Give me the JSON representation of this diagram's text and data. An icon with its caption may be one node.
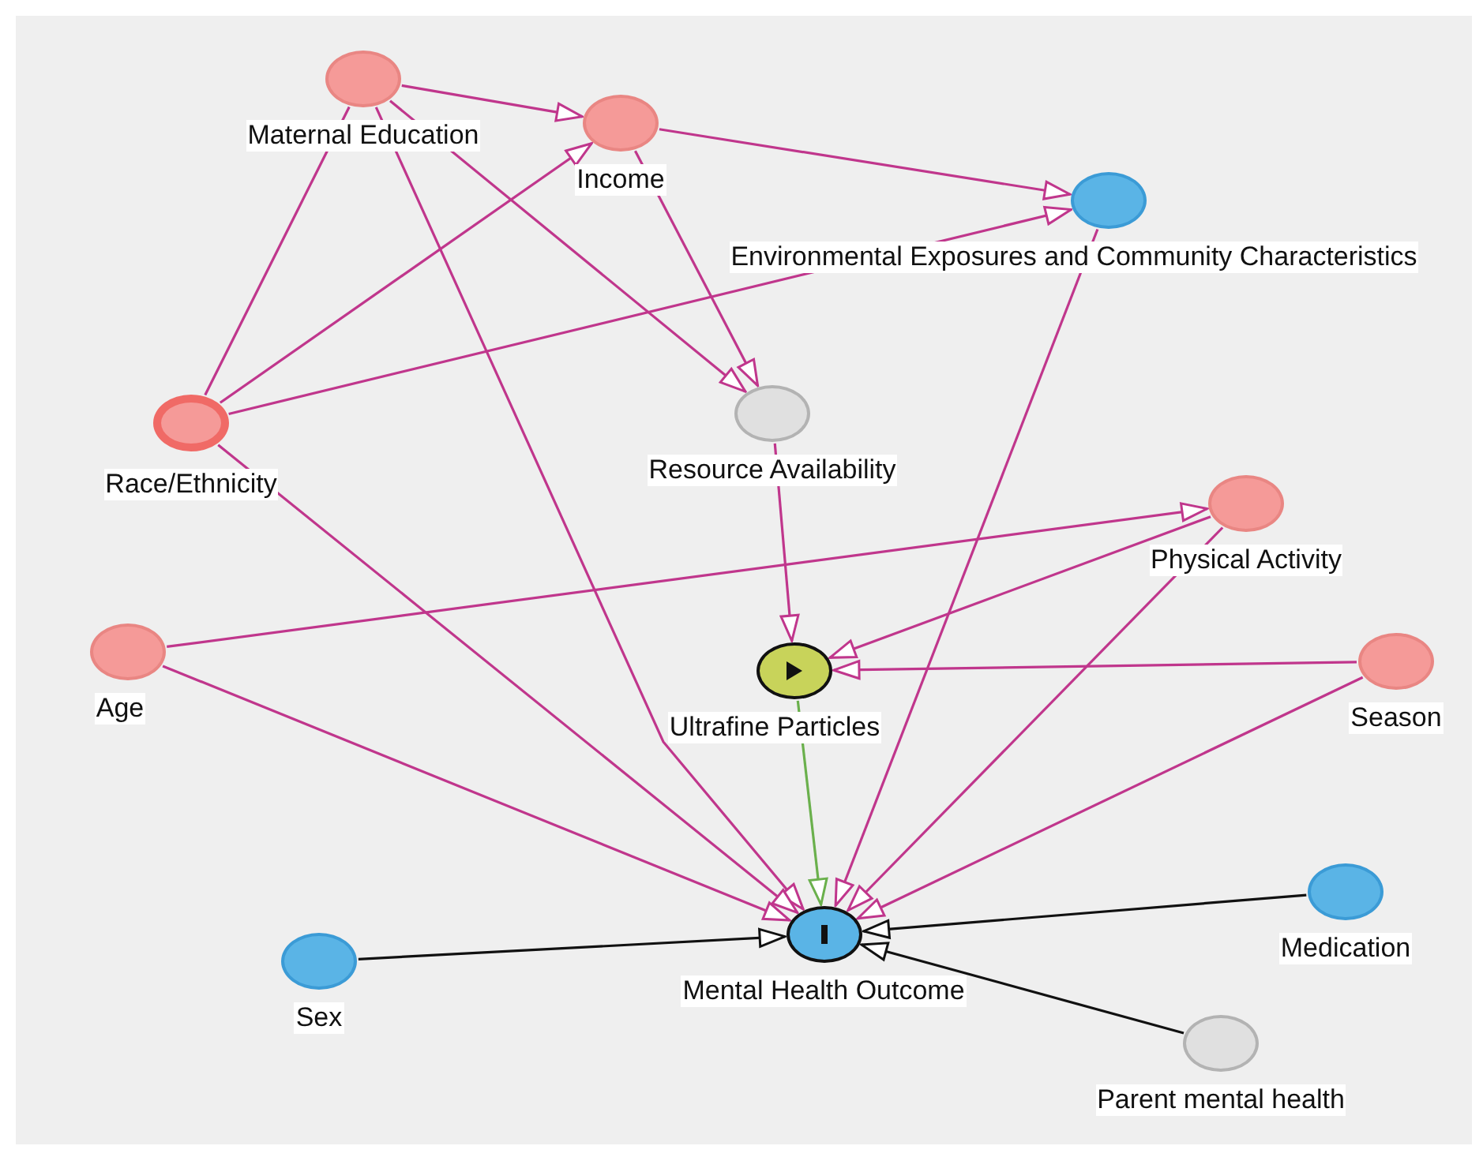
{
  "diagram": {
    "nodes": [
      {
        "text": [
          "Maternal Education"
        ]
      },
      {
        "text": [
          "Income"
        ]
      },
      {
        "text": [
          "Environmental Exposures and Community Characteristics"
        ]
      },
      {
        "text": [
          "Race/Ethnicity"
        ]
      },
      {
        "text": [
          "Resource Availability"
        ]
      },
      {
        "text": [
          "Physical Activity"
        ]
      },
      {
        "text": [
          "Age"
        ]
      },
      {
        "text": [
          "Ultrafine Particles"
        ]
      },
      {
        "text": [
          "Season"
        ]
      },
      {
        "text": [
          "Sex"
        ]
      },
      {
        "text": [
          "Mental Health Outcome"
        ]
      },
      {
        "text": [
          "Medication"
        ]
      },
      {
        "text": [
          "Parent mental health"
        ]
      }
    ],
    "edges": [
      {
        "from": 0,
        "to": 1,
        "arrow": "to"
      },
      {
        "from": 0,
        "to": 4,
        "arrow": "to"
      },
      {
        "from": 0,
        "to": 10,
        "arrow": "to"
      },
      {
        "from": 3,
        "to": 0,
        "arrow": "none"
      },
      {
        "from": 3,
        "to": 1,
        "arrow": "to"
      },
      {
        "from": 3,
        "to": 2,
        "arrow": "to"
      },
      {
        "from": 3,
        "to": 10,
        "arrow": "to"
      },
      {
        "from": 1,
        "to": 2,
        "arrow": "to"
      },
      {
        "from": 1,
        "to": 4,
        "arrow": "to"
      },
      {
        "from": 2,
        "to": 10,
        "arrow": "to"
      },
      {
        "from": 4,
        "to": 7,
        "arrow": "to"
      },
      {
        "from": 6,
        "to": 5,
        "arrow": "to"
      },
      {
        "from": 6,
        "to": 10,
        "arrow": "to"
      },
      {
        "from": 5,
        "to": 7,
        "arrow": "to"
      },
      {
        "from": 5,
        "to": 10,
        "arrow": "to"
      },
      {
        "from": 8,
        "to": 7,
        "arrow": "to"
      },
      {
        "from": 8,
        "to": 10,
        "arrow": "to"
      },
      {
        "from": 7,
        "to": 10,
        "arrow": "to",
        "color": "#6ab04c"
      },
      {
        "from": 9,
        "to": 10,
        "arrow": "to",
        "color": "#111111"
      },
      {
        "from": 11,
        "to": 10,
        "arrow": "to",
        "color": "#111111"
      },
      {
        "from": 12,
        "to": 10,
        "arrow": "to",
        "color": "#111111"
      }
    ]
  }
}
